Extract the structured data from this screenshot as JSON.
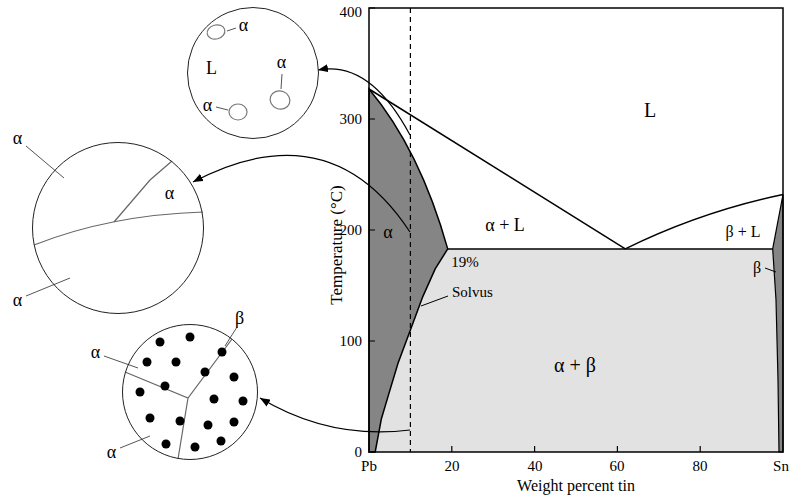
{
  "diagram": {
    "nodes": [
      {
        "text": [
          "α",
          "L",
          "α",
          "α"
        ]
      },
      {
        "text": [
          "α",
          "α",
          "α"
        ]
      },
      {
        "text": [
          "β",
          "α",
          "α"
        ]
      }
    ],
    "labels": [
      "400",
      "300",
      "200",
      "100",
      "0",
      "Temperature (°C)",
      "L",
      "α + L",
      "β + L",
      "α",
      "19%",
      "Solvus",
      "α + β",
      "β",
      "Pb",
      "20",
      "40",
      "60",
      "80",
      "Sn",
      "Weight percent tin"
    ]
  }
}
